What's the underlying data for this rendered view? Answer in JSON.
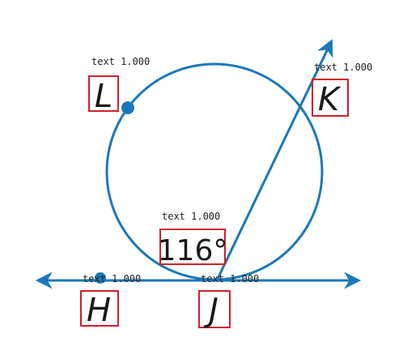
{
  "colors": {
    "geometry": "#1a78b8",
    "box": "#d0202a",
    "text": "#1a1a1a"
  },
  "points": {
    "L": {
      "label": "L",
      "tag": "text 1.000"
    },
    "K": {
      "label": "K",
      "tag": "text 1.000"
    },
    "H": {
      "label": "H",
      "tag": "text 1.000"
    },
    "J": {
      "label": "J",
      "tag": "text 1.000"
    }
  },
  "angle": {
    "label": "116°",
    "tag": "text 1.000"
  }
}
